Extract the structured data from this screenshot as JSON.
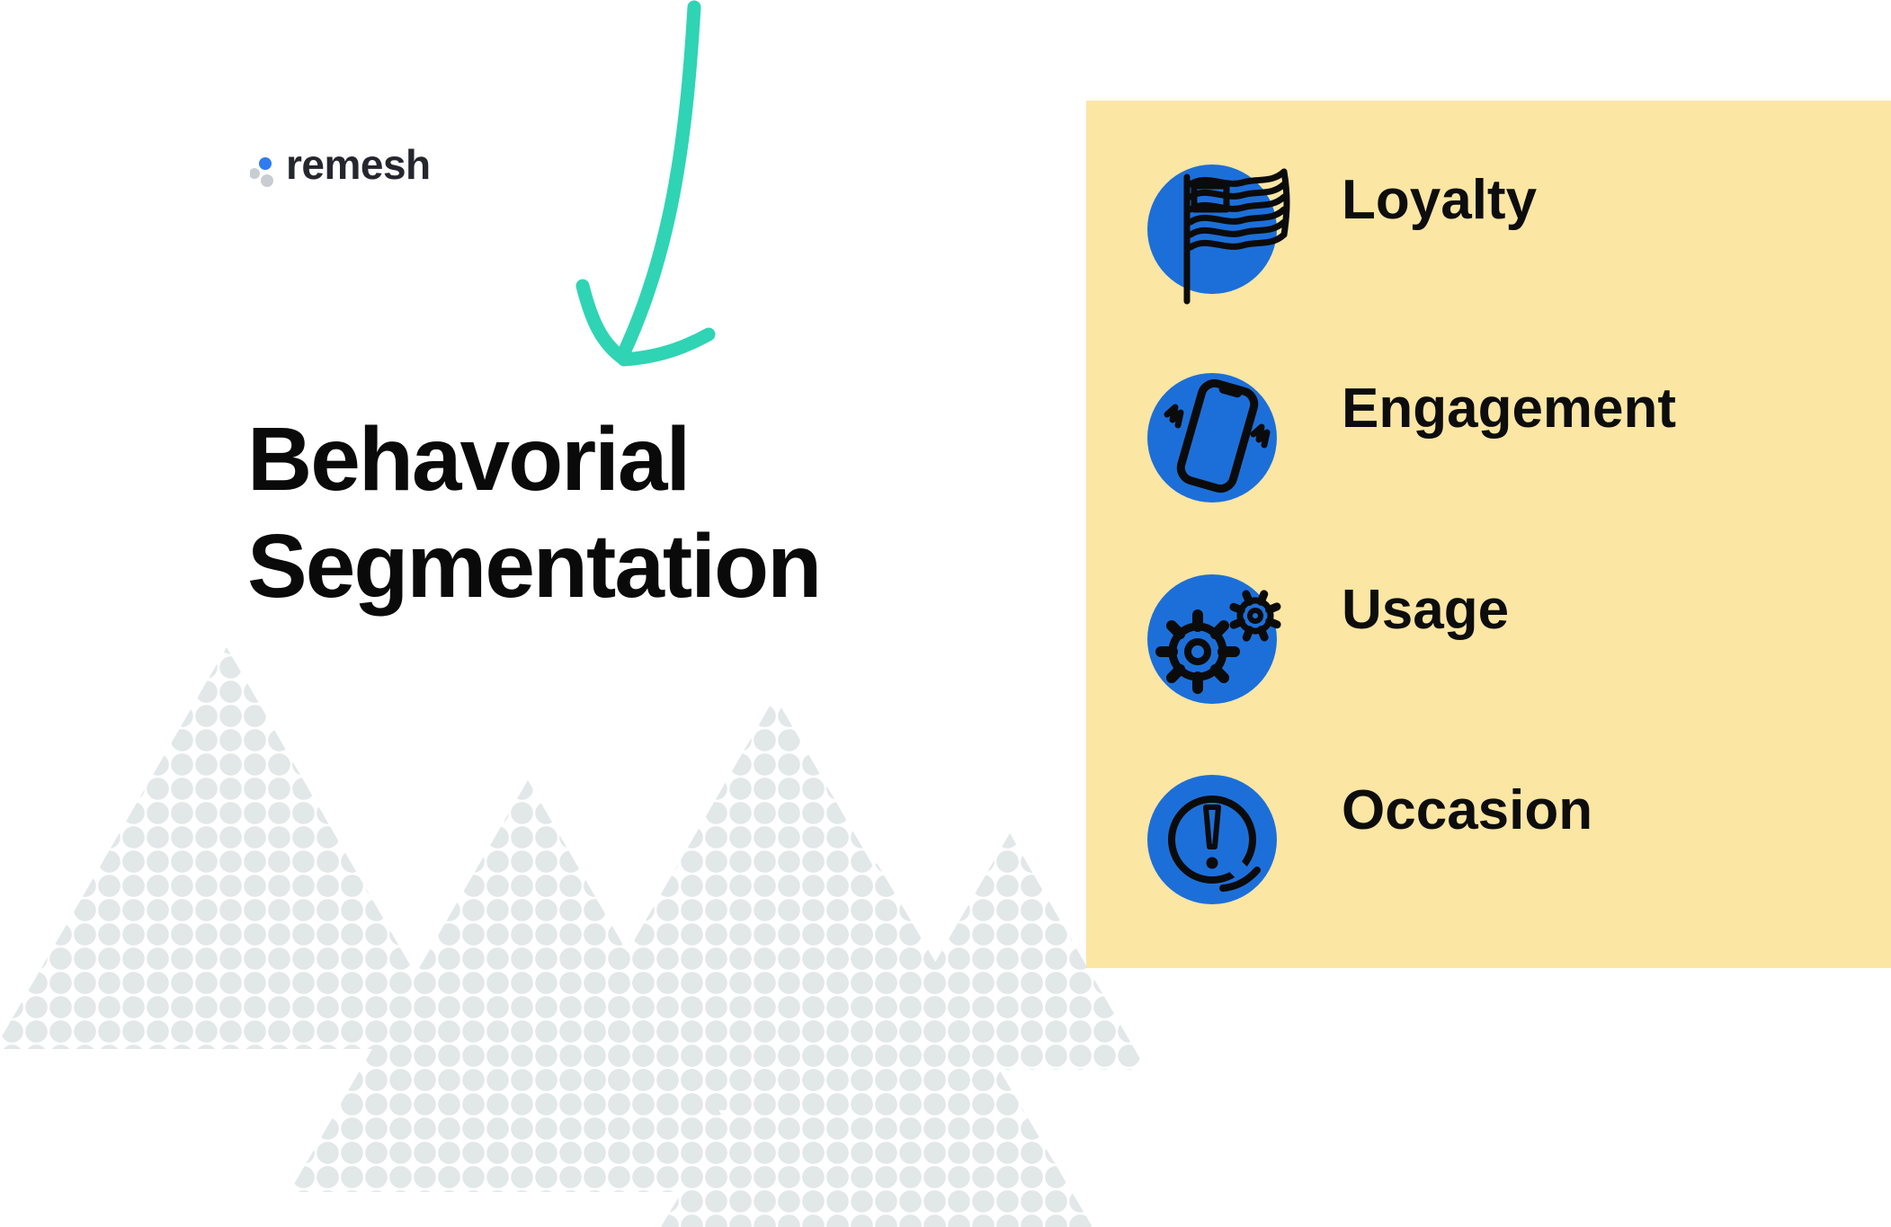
{
  "logo": {
    "text": "remesh",
    "blue_dot_color": "#2E7CF0",
    "gray_dot_color": "#C8CDD2"
  },
  "arrow": {
    "color": "#2FD4B4",
    "direction": "curved-down-left"
  },
  "heading": {
    "line1": "Behavorial",
    "line2": "Segmentation"
  },
  "panel": {
    "background": "#FBE6A4",
    "icon_circle_color": "#1C6FD9",
    "items": [
      {
        "label": "Loyalty",
        "icon": "flag-icon"
      },
      {
        "label": "Engagement",
        "icon": "vibrating-phone-icon"
      },
      {
        "label": "Usage",
        "icon": "gears-icon"
      },
      {
        "label": "Occasion",
        "icon": "circled-exclamation-icon"
      }
    ]
  },
  "background_pattern": {
    "dot_color": "#E2E7E8",
    "shape": "dotted-triangles"
  }
}
